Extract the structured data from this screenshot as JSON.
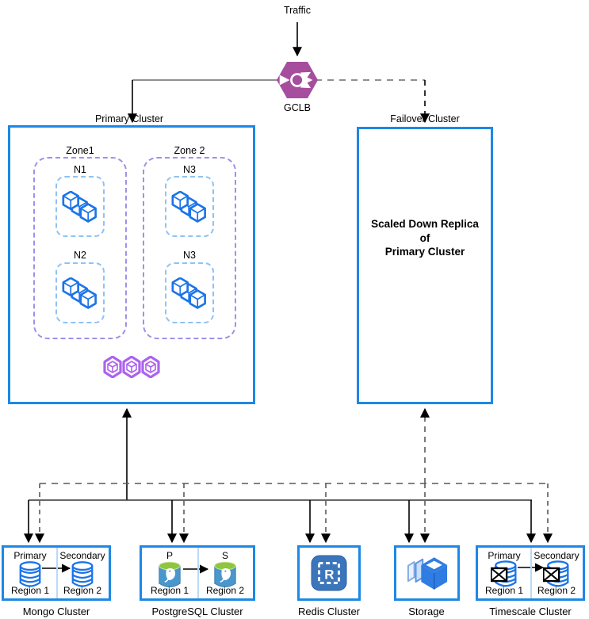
{
  "diagram": {
    "traffic_label": "Traffic",
    "gclb_label": "GCLB",
    "primary_cluster": {
      "label": "Primary Cluster",
      "zones": [
        {
          "label": "Zone1",
          "nodes": [
            "N1",
            "N2"
          ]
        },
        {
          "label": "Zone 2",
          "nodes": [
            "N3",
            "N3"
          ]
        }
      ]
    },
    "failover_cluster": {
      "label": "Failover Cluster",
      "description_lines": [
        "Scaled Down Replica",
        "of",
        "Primary Cluster"
      ]
    },
    "databases": [
      {
        "label": "Mongo Cluster",
        "left_role": "Primary",
        "right_role": "Secondary",
        "left_region": "Region 1",
        "right_region": "Region 2"
      },
      {
        "label": "PostgreSQL Cluster",
        "left_role": "P",
        "right_role": "S",
        "left_region": "Region 1",
        "right_region": "Region 2"
      },
      {
        "label": "Redis Cluster",
        "icon_letter": "R"
      },
      {
        "label": "Storage"
      },
      {
        "label": "Timescale Cluster",
        "left_role": "Primary",
        "right_role": "Secondary",
        "left_region": "Region 1",
        "right_region": "Region 2"
      }
    ],
    "colors": {
      "cluster_border": "#1E88E5",
      "zone_border": "#9C92E8",
      "node_border": "#8EC2F4",
      "workload_blue": "#1B74E8",
      "gke_purple": "#AC63EE",
      "gclb_purple": "#A64D9E",
      "postgres_blue": "#4A97CE",
      "postgres_green": "#8FC640",
      "redis_blue": "#3B76BC",
      "storage_blue": "#2F7DE2",
      "dashed_line": "#595959",
      "solid_line": "#000000"
    }
  }
}
